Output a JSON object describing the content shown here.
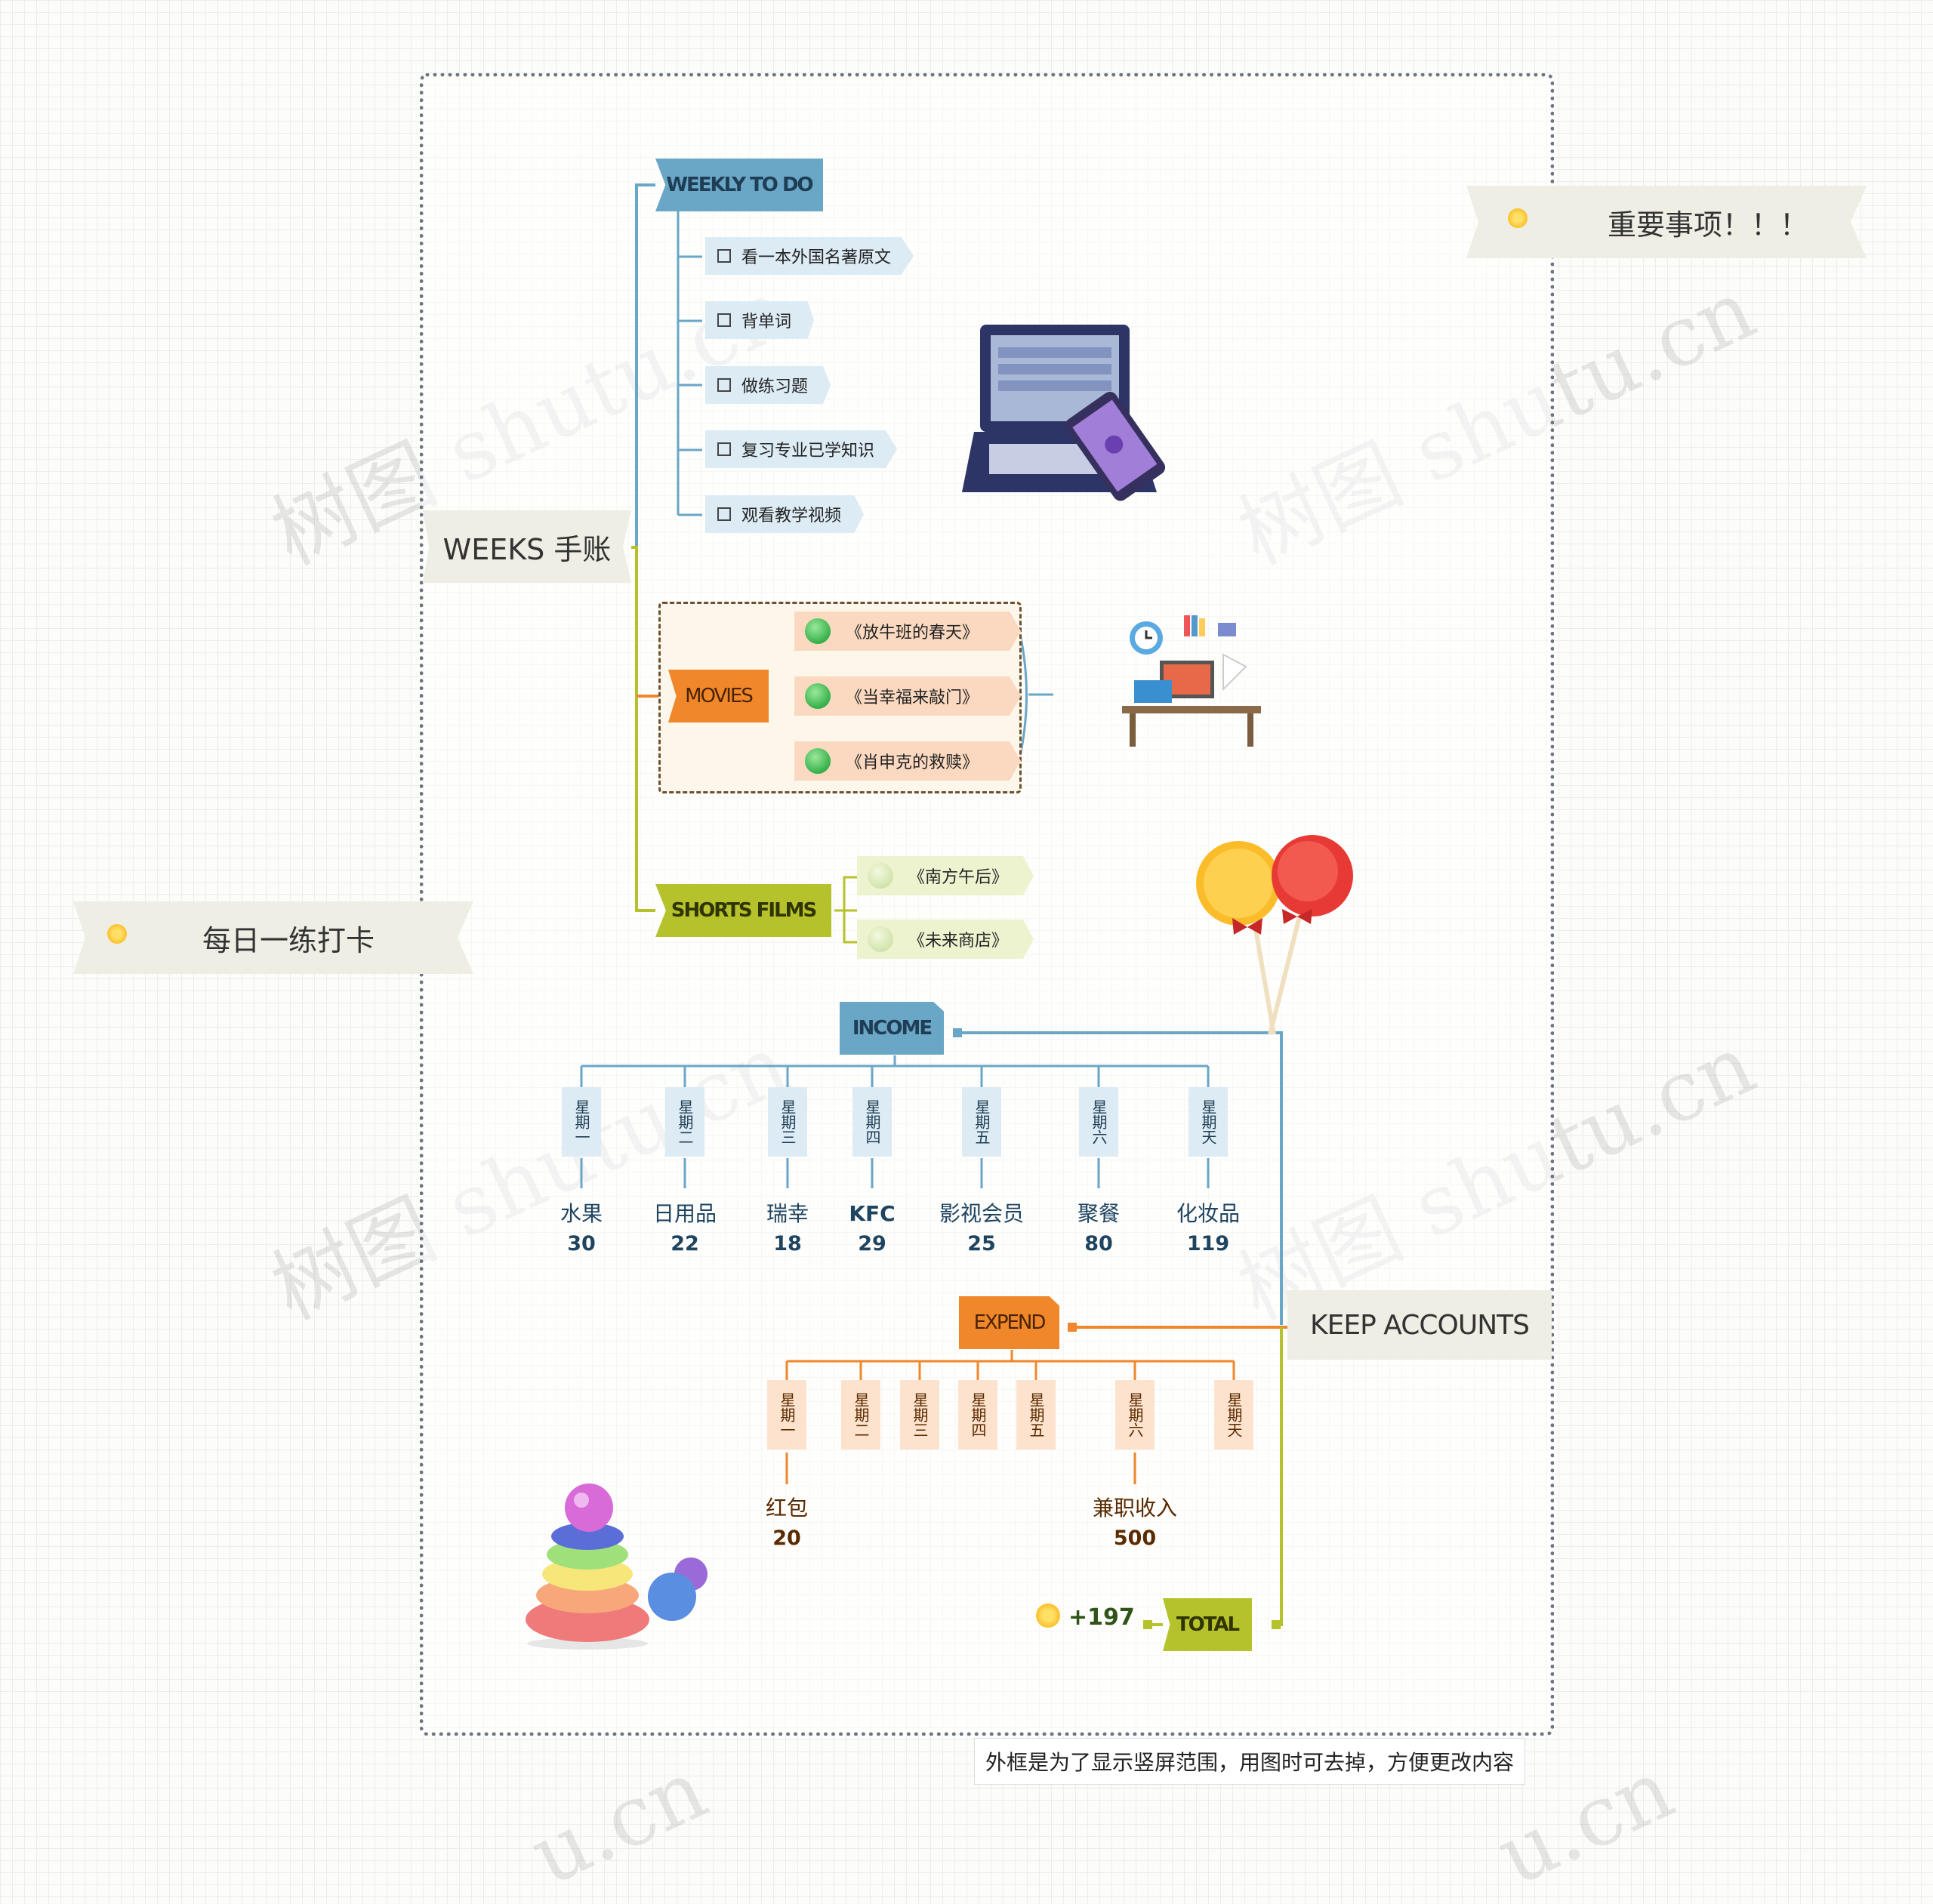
{
  "root": {
    "label": "WEEKS 手账"
  },
  "side_notes": [
    {
      "label": "重要事项！！！"
    },
    {
      "label": "每日一练打卡"
    }
  ],
  "weekly_todo": {
    "label": "WEEKLY TO DO",
    "items": [
      "看一本外国名著原文",
      "背单词",
      "做练习题",
      "复习专业已学知识",
      "观看教学视频"
    ]
  },
  "movies": {
    "label": "MOVIES",
    "items": [
      "《放牛班的春天》",
      "《当幸福来敲门》",
      "《肖申克的救赎》"
    ]
  },
  "short_films": {
    "label": "SHORTS FILMS",
    "items": [
      "《南方午后》",
      "《未来商店》"
    ]
  },
  "keep_accounts": {
    "label": "KEEP ACCOUNTS",
    "income": {
      "label": "INCOME",
      "days": [
        "星期一",
        "星期二",
        "星期三",
        "星期四",
        "星期五",
        "星期六",
        "星期天"
      ],
      "entries": [
        {
          "item": "水果",
          "amount": "30"
        },
        {
          "item": "日用品",
          "amount": "22"
        },
        {
          "item": "瑞幸",
          "amount": "18"
        },
        {
          "item": "KFC",
          "amount": "29"
        },
        {
          "item": "影视会员",
          "amount": "25"
        },
        {
          "item": "聚餐",
          "amount": "80"
        },
        {
          "item": "化妆品",
          "amount": "119"
        }
      ]
    },
    "expend": {
      "label": "EXPEND",
      "days": [
        "星期一",
        "星期二",
        "星期三",
        "星期四",
        "星期五",
        "星期六",
        "星期天"
      ],
      "entries": [
        {
          "day_index": 0,
          "item": "红包",
          "amount": "20"
        },
        {
          "day_index": 5,
          "item": "兼职收入",
          "amount": "500"
        }
      ]
    },
    "total": {
      "label": "TOTAL",
      "value": "+197"
    }
  },
  "footer_note": "外框是为了显示竖屏范围，用图时可去掉，方便更改内容",
  "watermarks": [
    "树图 shutu.cn",
    "树图 shutu.cn",
    "树图 shutu.cn",
    "树图 shutu.cn",
    "u.cn",
    "u.cn"
  ],
  "colors": {
    "blue": "#6aa6c6",
    "orange": "#f0872b",
    "green": "#b6c22c"
  },
  "illustrations": [
    "laptop-phone-icon",
    "desk-workspace-icon",
    "lollipops-icon",
    "stacking-rings-toy-icon"
  ]
}
